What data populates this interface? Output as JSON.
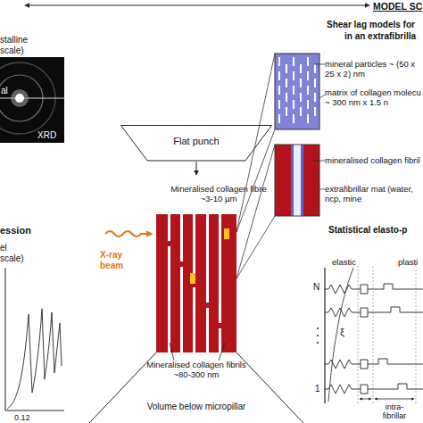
{
  "diagram": {
    "nodes": [
      {
        "text": [
          "Flat punch"
        ]
      },
      {
        "text": [
          "Mineralised collagen fibre ~3-10 µm"
        ]
      },
      {
        "text": [
          "Mineralised collagen fibrils ~80-300 nm",
          "Volume below micropillar"
        ]
      },
      {
        "text": [
          "mineral particles ~ (50 x 25 x 2) nm",
          "matrix of collagen molecu ~ 300 nm x 1.5 n"
        ]
      },
      {
        "text": [
          "mineralised collagen fibril",
          "extrafibrillar mat (water, ncp, mine"
        ]
      }
    ],
    "edges": [
      {
        "from": 1,
        "to": 3,
        "arrow": "none"
      },
      {
        "from": 1,
        "to": 4,
        "arrow": "none"
      }
    ],
    "labels": [
      "MODEL SC",
      "stalline",
      "scale)",
      "al",
      "XRD",
      "ession",
      "el",
      "scale)",
      "0.12",
      "X-ray beam",
      "Shear lag models for",
      "in an extrafibrilla",
      "Statistical elasto-p",
      "elastic",
      "plasti",
      "N",
      "1",
      "ξ",
      "intra- fibrillar"
    ]
  }
}
